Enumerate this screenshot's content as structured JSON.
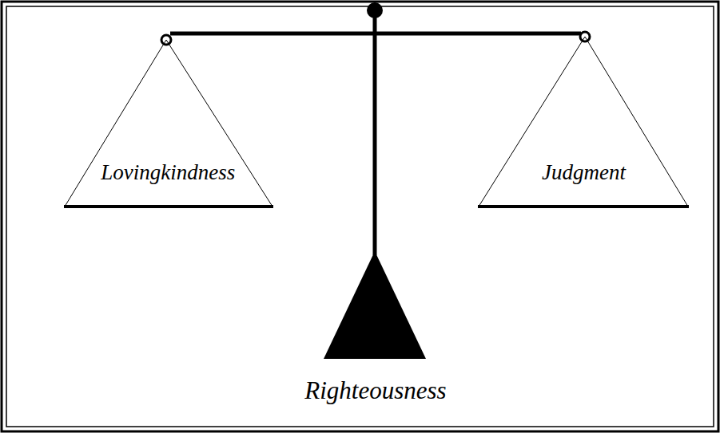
{
  "diagram": {
    "nodes": [
      {
        "text": [
          "Lovingkindness"
        ]
      },
      {
        "text": [
          "Judgment"
        ]
      }
    ],
    "labels": [
      "Righteousness"
    ]
  }
}
